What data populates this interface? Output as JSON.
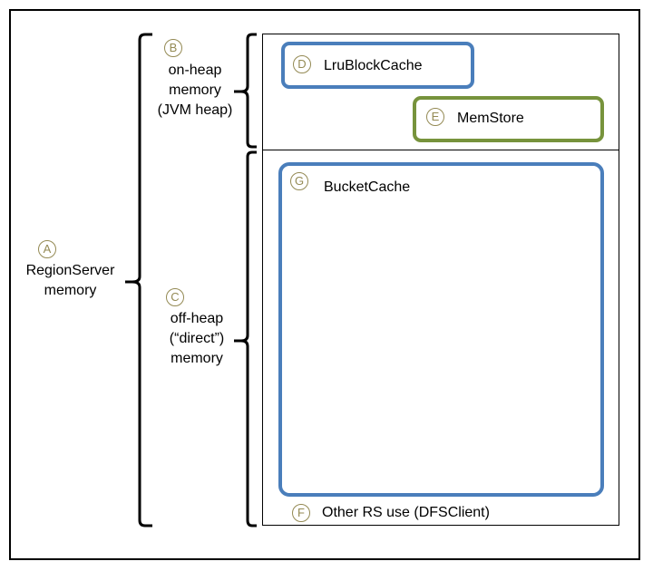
{
  "region_server": {
    "badge": "A",
    "label_line1": "RegionServer",
    "label_line2": "memory"
  },
  "on_heap": {
    "badge": "B",
    "line1": "on-heap",
    "line2": "memory",
    "line3": "(JVM heap)"
  },
  "off_heap": {
    "badge": "C",
    "line1": "off-heap",
    "line2": "(“direct”)",
    "line3": "memory"
  },
  "lru_block_cache": {
    "badge": "D",
    "label": "LruBlockCache"
  },
  "mem_store": {
    "badge": "E",
    "label": "MemStore"
  },
  "other_rs_use": {
    "badge": "F",
    "label": "Other RS use (DFSClient)"
  },
  "bucket_cache": {
    "badge": "G",
    "label": "BucketCache"
  },
  "colors": {
    "blue_box": "#4a7ebb",
    "green_box": "#77933c",
    "badge": "#948a54"
  }
}
